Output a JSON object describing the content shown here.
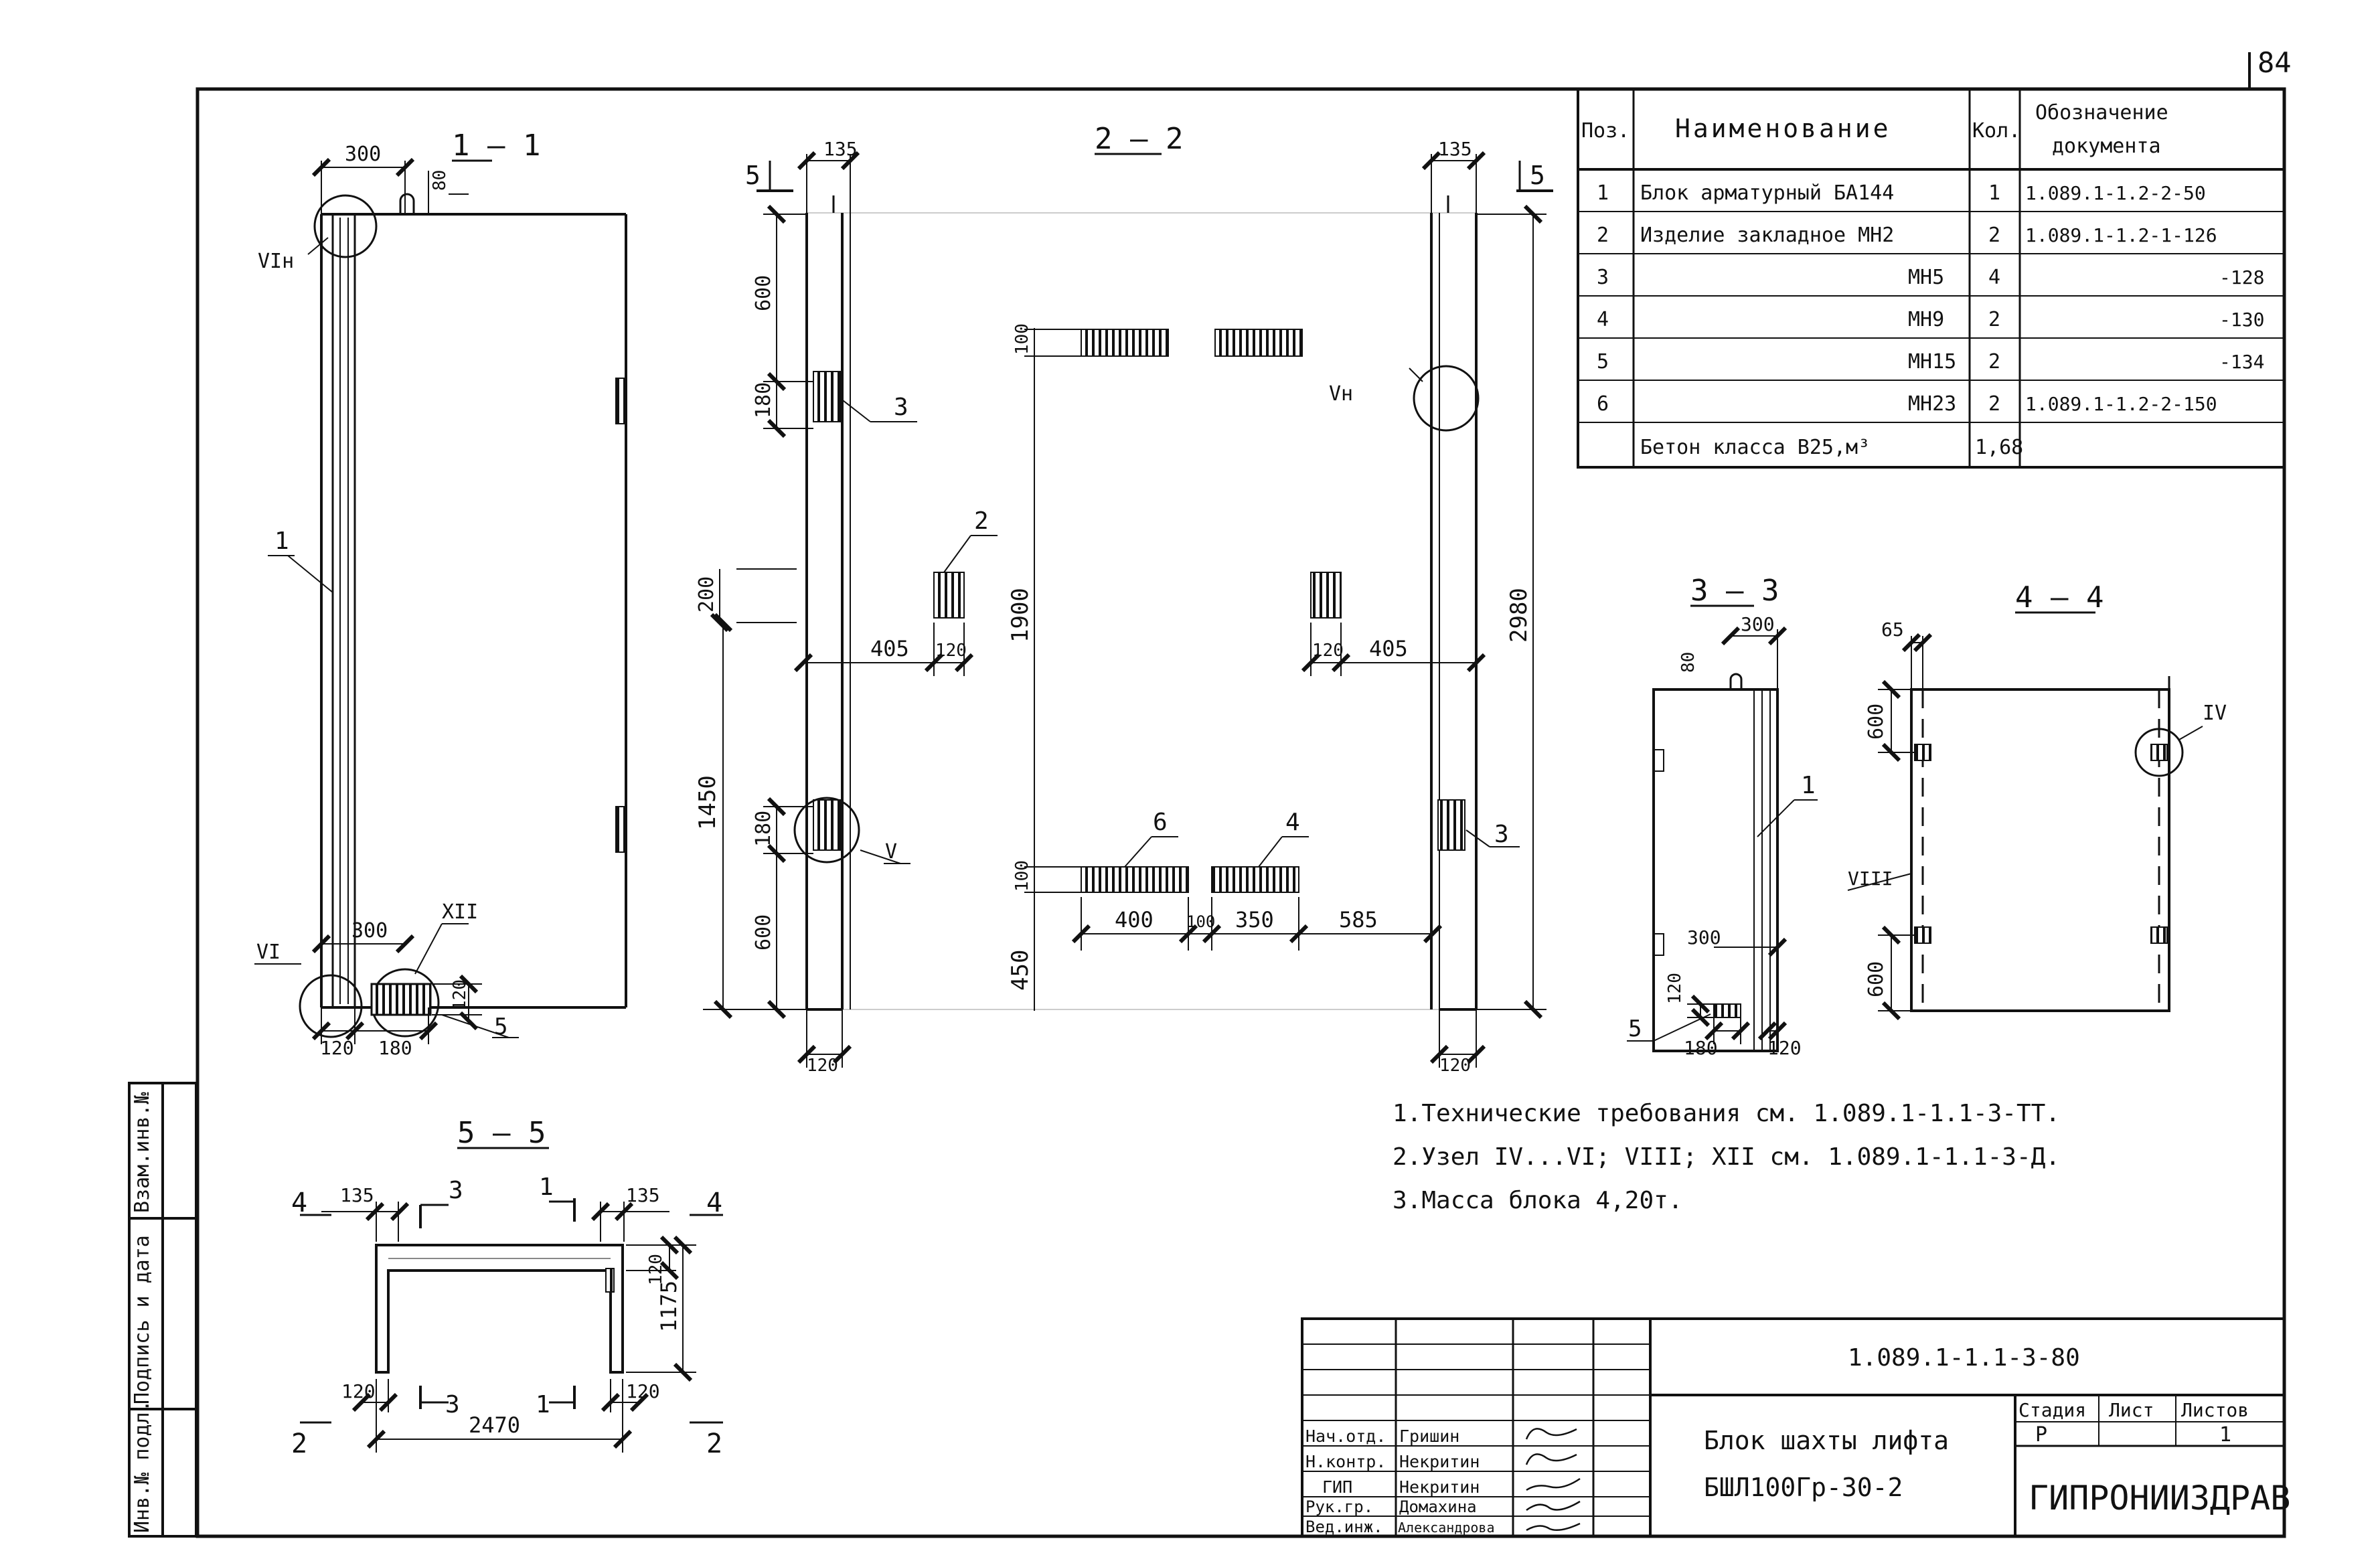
{
  "sheet_number": "84",
  "sections": {
    "s11": "1 – 1",
    "s22": "2 – 2",
    "s33": "3 – 3",
    "s44": "4 – 4",
    "s55": "5 – 5"
  },
  "dims": {
    "s11": {
      "d300_top": "300",
      "d80": "80",
      "d300_bottom": "300",
      "d120_right": "120",
      "d120_bottom": "120",
      "d180": "180"
    },
    "s22": {
      "d135_left": "135",
      "d135_right": "135",
      "d600_top": "600",
      "d180_top": "180",
      "d200": "200",
      "d1450": "1450",
      "d180_bot": "180",
      "d600_bot": "600",
      "d450": "450",
      "d1900": "1900",
      "d100_top": "100",
      "d100_bot": "100",
      "d405_left": "405",
      "d120_left": "120",
      "d120_right": "120",
      "d405_right": "405",
      "d2980": "2980",
      "d400": "400",
      "d100_mid": "100",
      "d350": "350",
      "d585": "585",
      "d120_base_left": "120",
      "d120_base_right": "120"
    },
    "s33": {
      "d80": "80",
      "d300_top": "300",
      "d300_bot": "300",
      "d120_side": "120",
      "d180": "180",
      "d120_bot": "120"
    },
    "s44": {
      "d65": "65",
      "d600_top": "600",
      "d600_bot": "600"
    },
    "s55": {
      "d135_left": "135",
      "d135_right": "135",
      "d120_side": "120",
      "d1175": "1175",
      "d120_left": "120",
      "d120_right": "120",
      "d2470": "2470"
    }
  },
  "marks": {
    "arrow5_left": "5",
    "arrow5_right": "5",
    "arrow4_left": "4",
    "arrow4_right": "4",
    "arrow2_left": "2",
    "arrow2_right": "2",
    "cut3_top": "3",
    "cut1_top": "1",
    "cut3_bot": "3",
    "cut1_bot": "1"
  },
  "callouts": {
    "VIn": "VIн",
    "Vn": "Vн",
    "VI": "VI",
    "XII": "XII",
    "V": "V",
    "IV": "IV",
    "VIII": "VIII",
    "p1_s11": "1",
    "p5_s11": "5",
    "p3_s22_top": "3",
    "p2_s22": "2",
    "p6_s22": "6",
    "p4_s22": "4",
    "p3_s22_bot": "3",
    "p1_s33": "1",
    "p5_s33": "5"
  },
  "spec_table": {
    "headers": {
      "pos": "Поз.",
      "name": "Наименование",
      "qty": "Кол.",
      "doc_line1": "Обозначение",
      "doc_line2": "документа"
    },
    "rows": [
      {
        "pos": "1",
        "name": "Блок арматурный  БА144",
        "qty": "1",
        "doc": "1.089.1-1.2-2-50"
      },
      {
        "pos": "2",
        "name": "Изделие закладное МН2",
        "qty": "2",
        "doc": "1.089.1-1.2-1-126"
      },
      {
        "pos": "3",
        "name": "МН5",
        "qty": "4",
        "doc": "-128"
      },
      {
        "pos": "4",
        "name": "МН9",
        "qty": "2",
        "doc": "-130"
      },
      {
        "pos": "5",
        "name": "МН15",
        "qty": "2",
        "doc": "-134"
      },
      {
        "pos": "6",
        "name": "МН23",
        "qty": "2",
        "doc": "1.089.1-1.2-2-150"
      },
      {
        "pos": "",
        "name": "Бетон класса В25,м³",
        "qty": "1,68",
        "doc": ""
      }
    ]
  },
  "notes": [
    "1.Технические требования см. 1.089.1-1.1-3-ТТ.",
    "2.Узел IV...VI; VIII; XII  см. 1.089.1-1.1-3-Д.",
    "3.Масса блока  4,20т."
  ],
  "left_strip": {
    "zone1": "Инв.№ подл.",
    "zone2": "Подпись и дата",
    "zone3": "Взам.инв.№"
  },
  "title_block": {
    "doc_code": "1.089.1-1.1-3-80",
    "title_line1": "Блок  шахты лифта",
    "title_line2": "БШЛ100Гр-30-2",
    "stage_label": "Стадия",
    "sheet_label": "Лист",
    "sheets_label": "Листов",
    "stage_value": "Р",
    "sheets_value": "1",
    "organization": "ГИПРОНИИЗДРАВ",
    "staff": [
      {
        "role": "Нач.отд.",
        "name": "Гришин"
      },
      {
        "role": "Н.контр.",
        "name": "Некритин"
      },
      {
        "role": "ГИП",
        "name": "Некритин"
      },
      {
        "role": "Рук.гр.",
        "name": "Домахина"
      },
      {
        "role": "Вед.инж.",
        "name": "Александрова"
      }
    ]
  }
}
